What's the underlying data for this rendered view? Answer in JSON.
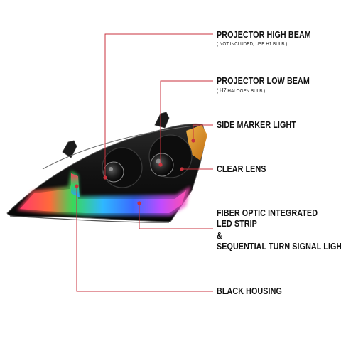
{
  "callouts": {
    "high_beam": {
      "title": "PROJECTOR HIGH BEAM",
      "note": "( NOT INCLUDED, USE  H1  BULB )"
    },
    "low_beam": {
      "title": "PROJECTOR LOW BEAM",
      "note_bulb": "H7",
      "note_rest": "HALOGEN BULB )",
      "note_open": "("
    },
    "side_marker": {
      "title": "SIDE MARKER LIGHT"
    },
    "clear_lens": {
      "title": "CLEAR LENS"
    },
    "fiber_optic": {
      "line1": "FIBER OPTIC INTEGRATED",
      "line2": "LED STRIP",
      "line3": "&",
      "line4": "SEQUENTIAL TURN SIGNAL LIGHT"
    },
    "housing": {
      "title": "BLACK HOUSING"
    }
  },
  "colors": {
    "leader_line": "#c8323c",
    "housing": "#141414",
    "amber": "#e8951c",
    "text": "#111111"
  }
}
